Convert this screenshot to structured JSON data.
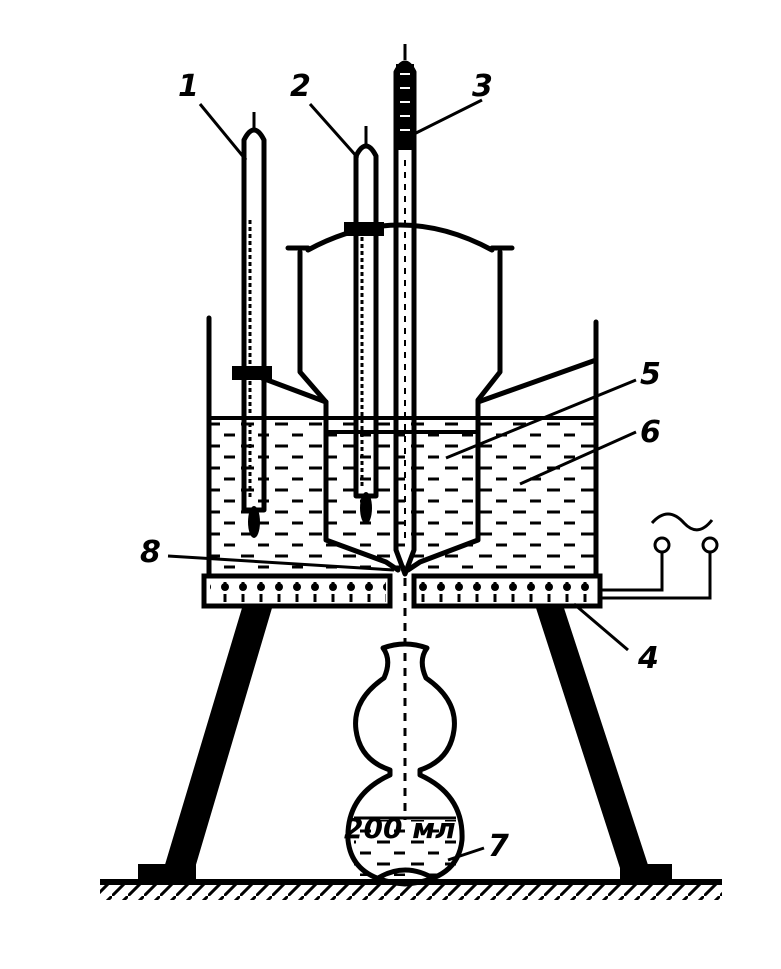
{
  "labels": {
    "l1": "1",
    "l2": "2",
    "l3": "3",
    "l4": "4",
    "l5": "5",
    "l6": "6",
    "l7": "7",
    "l8": "8"
  },
  "flask_text": "200 мл",
  "power_symbol": "~"
}
